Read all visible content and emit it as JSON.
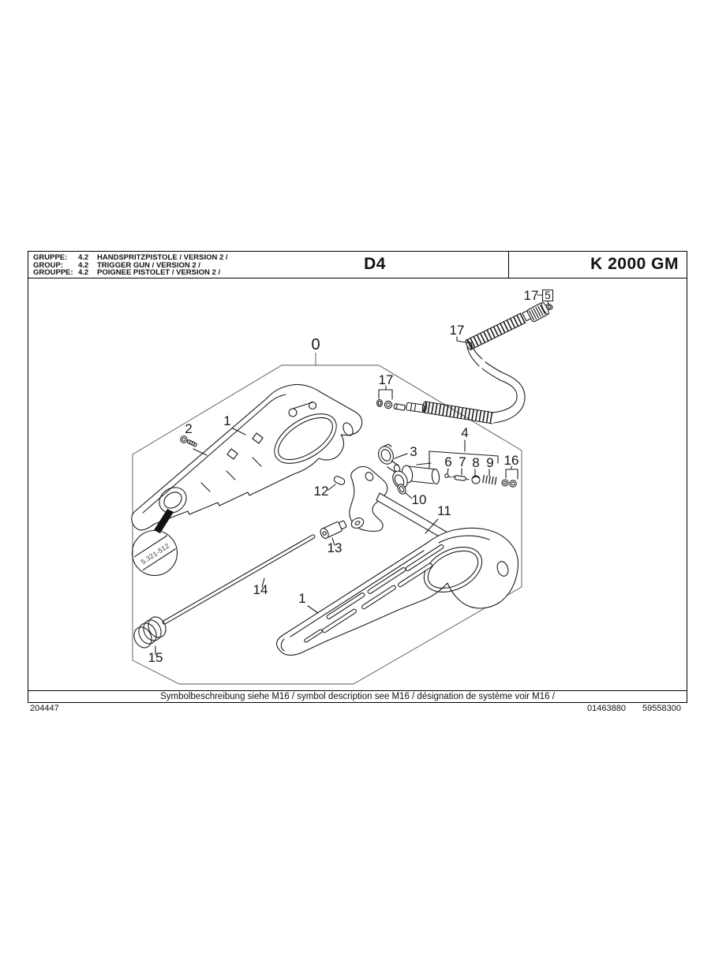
{
  "header": {
    "rows": [
      {
        "label": "GRUPPE:",
        "num": "4.2",
        "text": "HANDSPRITZPISTOLE / VERSION 2 /"
      },
      {
        "label": "GROUP:",
        "num": "4.2",
        "text": "TRIGGER GUN / VERSION 2 /"
      },
      {
        "label": "GROUPPE:",
        "num": "4.2",
        "text": "POIGNEE PISTOLET / VERSION 2 /"
      }
    ],
    "page_code": "D4",
    "model": "K 2000 GM"
  },
  "diagram": {
    "description": "Exploded parts view of trigger gun assembly",
    "detail_ref": "5.321-512",
    "labels": {
      "n0": "0",
      "n1": "1",
      "n2": "2",
      "n3": "3",
      "n4": "4",
      "n5": "5",
      "n6": "6",
      "n7": "7",
      "n8": "8",
      "n9": "9",
      "n10": "10",
      "n11": "11",
      "n12": "12",
      "n13": "13",
      "n14": "14",
      "n15": "15",
      "n16": "16",
      "n17": "17"
    }
  },
  "footer": {
    "symbol_note": "Symbolbeschreibung siehe M16 / symbol description see M16 / désignation de système voir M16 /",
    "doc_number": "204447",
    "ref_left": "01463880",
    "ref_right": "59558300"
  },
  "colors": {
    "line": "#1c1c1c",
    "boundary": "#555555",
    "background": "#ffffff"
  }
}
